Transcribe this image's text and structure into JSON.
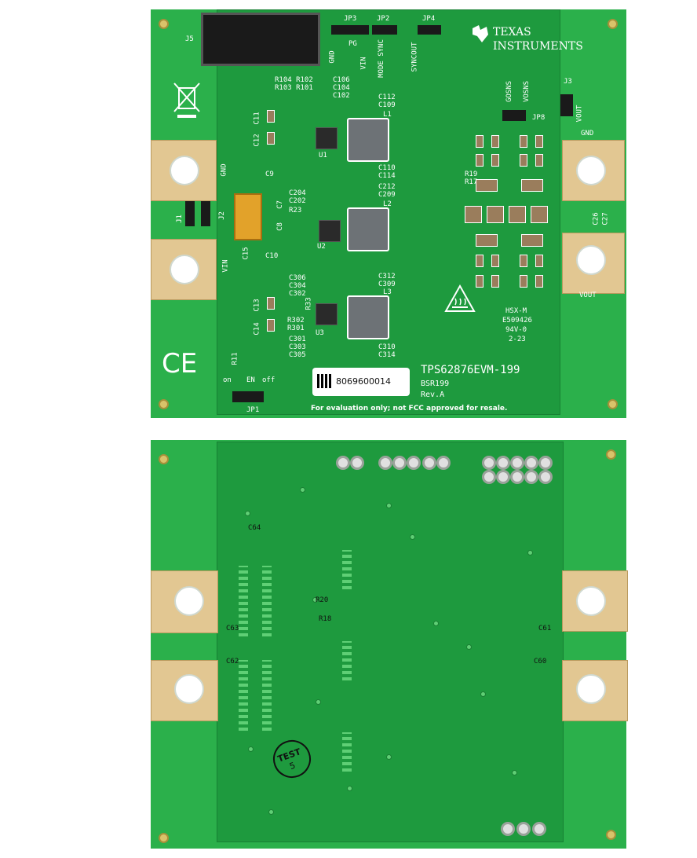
{
  "top_board": {
    "j5": "J5",
    "jp3": "JP3",
    "jp2": "JP2",
    "jp4": "JP4",
    "gnd_label": "GND",
    "pg_label": "PG",
    "vin_label": "VIN",
    "mode_sync_label": "MODE SYNC",
    "syncout_label": "SYNCOUT",
    "logo_line1": "Texas",
    "logo_line2": "Instruments",
    "j3": "J3",
    "vout_label": "VOUT",
    "jp8": "JP8",
    "gosns_label": "GOSNS",
    "vosns_label": "VOSNS",
    "j1": "J1",
    "j2": "J2",
    "r104": "R104 R102",
    "r103": "R103 R101",
    "c106": "C106",
    "c104": "C104",
    "c102": "C102",
    "c112": "C112",
    "c109": "C109",
    "l1": "L1",
    "u1": "U1",
    "c110": "C110",
    "c114": "C114",
    "r19": "R19",
    "r17": "R17",
    "r23": "R23",
    "c204": "C204",
    "c202": "C202",
    "l2": "L2",
    "u2": "U2",
    "c212": "C212",
    "c209": "C209",
    "c306": "C306",
    "c304": "C304",
    "c302": "C302",
    "l3": "L3",
    "u3": "U3",
    "c312": "C312",
    "c309": "C309",
    "c310": "C310",
    "c314": "C314",
    "r33": "R33",
    "r302": "R302",
    "r301": "R301",
    "c301": "C301",
    "c303": "C303",
    "c305": "C305",
    "c9": "C9",
    "c7": "C7",
    "c8": "C8",
    "c10": "C10",
    "c15": "C15",
    "c11": "C11",
    "c12": "C12",
    "c13": "C13",
    "c14": "C14",
    "vin_big": "VIN",
    "gnd_big": "GND",
    "vout_big": "VOUT",
    "gnd_right": "GND",
    "ul_line1": "HSX-M",
    "ul_line2": "E509426",
    "ul_line3": "94V-0",
    "ul_line4": "2-23",
    "jp1": "JP1",
    "en_label": "EN",
    "on_label": "on",
    "off_label": "off",
    "r11": "R11",
    "serial": "8069600014",
    "board_name": "TPS62876EVM-199",
    "bsr": "BSR199",
    "rev": "Rev.A",
    "disclaimer": "For evaluation only; not FCC approved for resale.",
    "ce_mark": "CE",
    "c26": "C26",
    "c27": "C27"
  },
  "bottom_board": {
    "c64": "C64",
    "r20": "R20",
    "r18": "R18",
    "c63": "C63",
    "c62": "C62",
    "c61": "C61",
    "c60": "C60",
    "test_stamp": "TEST",
    "test_num": "5"
  },
  "colors": {
    "board_green": "#2bb04b",
    "inner_green": "#1e9a3e",
    "pad_gold": "#e2c792",
    "silkscreen": "#ffffff"
  }
}
